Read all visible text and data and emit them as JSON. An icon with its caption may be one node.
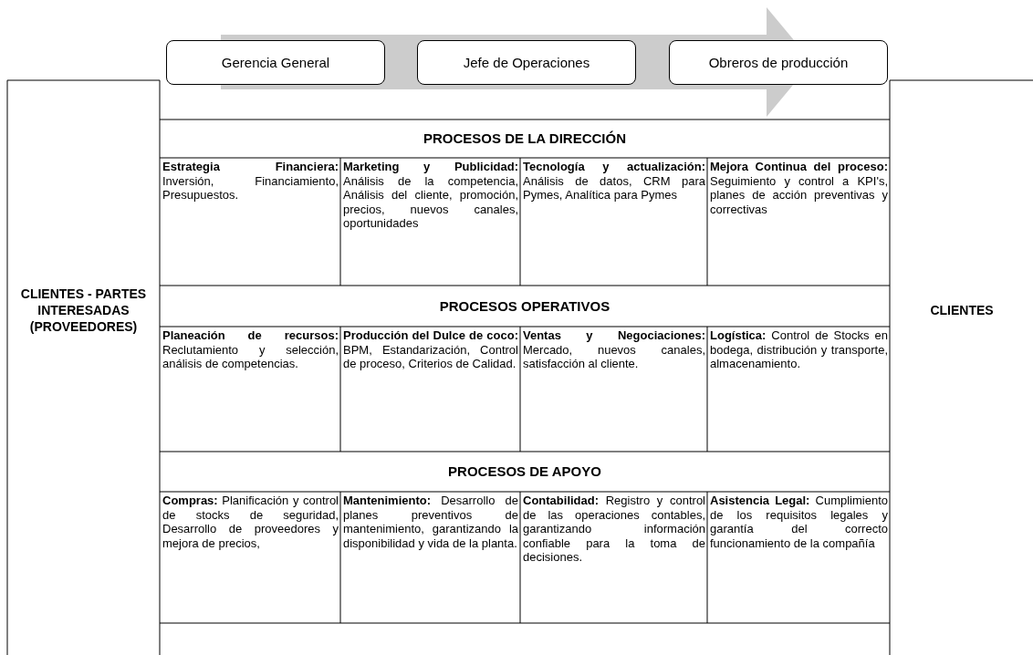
{
  "diagram": {
    "nodes": [
      {
        "text": [
          "Gerencia General"
        ]
      },
      {
        "text": [
          "Jefe de Operaciones"
        ]
      },
      {
        "text": [
          "Obreros de producción"
        ]
      },
      {
        "text": [
          "CLIENTES - PARTES INTERESADAS (PROVEEDORES)"
        ]
      },
      {
        "text": [
          "PROCESOS DE LA DIRECCIÓN"
        ]
      },
      {
        "text": [
          "**Estrategia Financiera:** Inversión, Financiamiento, Presupuestos."
        ]
      },
      {
        "text": [
          "**Marketing y Publicidad:** Análisis de la competencia, Análisis del cliente, promoción, precios, nuevos canales, oportunidades"
        ]
      },
      {
        "text": [
          "**Tecnología y actualización:** Análisis de datos, CRM para Pymes, Analítica para Pymes"
        ]
      },
      {
        "text": [
          "**Mejora Continua del proceso:** Seguimiento y control a KPI's, planes de acción preventivas y correctivas"
        ]
      },
      {
        "text": [
          "PROCESOS OPERATIVOS"
        ]
      },
      {
        "text": [
          "**Planeación de recursos:** Reclutamiento y selección, análisis de competencias."
        ]
      },
      {
        "text": [
          "**Producción del Dulce de coco:** BPM, Estandarización, Control de proceso, Criterios de Calidad."
        ]
      },
      {
        "text": [
          "**Ventas y Negociaciones:** Mercado, nuevos canales, satisfacción al cliente."
        ]
      },
      {
        "text": [
          "**Logística:** Control de Stocks en bodega, distribución y transporte, almacenamiento."
        ]
      },
      {
        "text": [
          "PROCESOS DE APOYO"
        ]
      },
      {
        "text": [
          "**Compras:** Planificación y control de stocks de seguridad, Desarrollo de proveedores y mejora de precios,"
        ]
      },
      {
        "text": [
          "**Mantenimiento:** Desarrollo de planes preventivos de mantenimiento, garantizando la disponibilidad y vida de la planta."
        ]
      },
      {
        "text": [
          "**Contabilidad:** Registro y control de las operaciones contables, garantizando información confiable para la toma de decisiones."
        ]
      },
      {
        "text": [
          "**Asistencia Legal:** Cumplimiento de los requisitos legales y garantía del correcto funcionamiento de la compañía"
        ]
      },
      {
        "text": [
          "CLIENTES"
        ]
      }
    ],
    "edges": []
  }
}
